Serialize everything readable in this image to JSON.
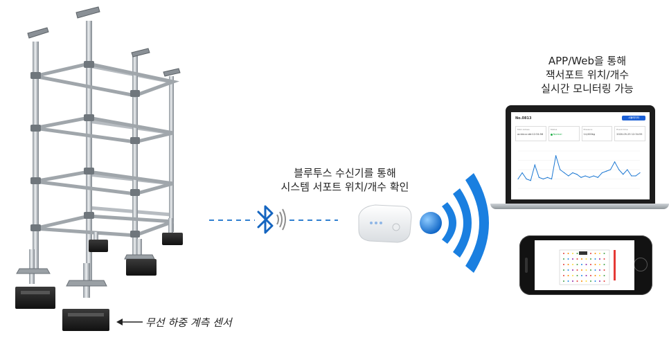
{
  "sensor_label": "무선 하중 계측 센서",
  "receiver_caption": [
    "블루투스 수신기를 통해",
    "시스템 서포트 위치/개수 확인"
  ],
  "app_caption": [
    "APP/Web을 통해",
    "잭서포트 위치/개수",
    "실시간 모니터링 가능"
  ],
  "dashboard": {
    "title": "No.0813",
    "button": "시뮬레이터",
    "cards": [
      {
        "label": "MAC Adress",
        "value": "ac:bb:cc:dd:12:34:56"
      },
      {
        "label": "Status",
        "value": "Normal"
      },
      {
        "label": "Pressure",
        "value": "14,000kg"
      },
      {
        "label": "Event time",
        "value": "2020-05-25 12:34:55"
      }
    ]
  },
  "chart_data": {
    "type": "line",
    "series": [
      {
        "values": [
          3,
          5,
          3,
          2.5,
          7.5,
          3.5,
          3,
          3.5,
          3,
          10.5,
          6,
          5,
          4,
          5,
          4.5,
          3.5,
          4,
          3.5,
          4,
          3.5,
          5,
          5.5,
          6,
          8.5,
          6,
          4.5,
          6,
          4,
          4,
          5
        ]
      }
    ],
    "ylim": [
      0,
      12
    ]
  },
  "colors": {
    "signal": "#1e88e5",
    "accent": "#1976d2",
    "dashed_line": "#2f7fd0",
    "normal_status": "#22b04a"
  }
}
